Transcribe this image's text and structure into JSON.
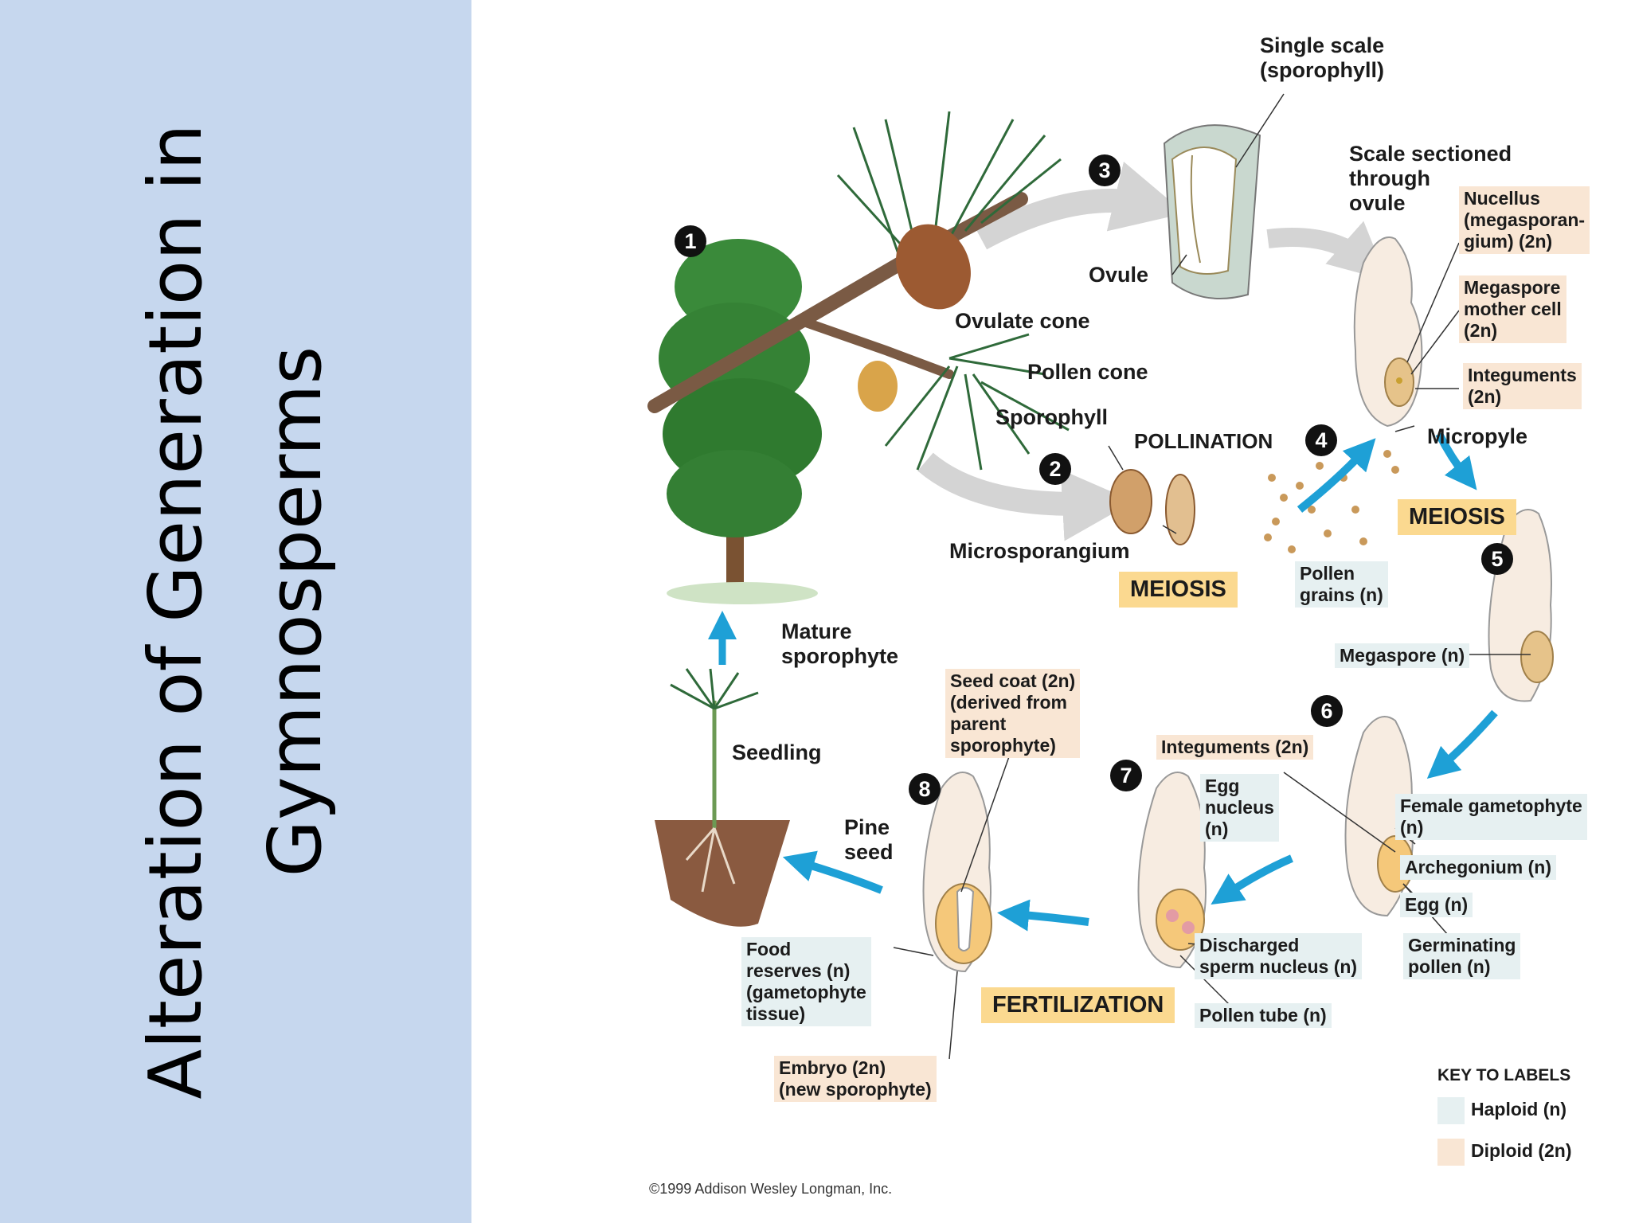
{
  "slide": {
    "title_line1": "Alteration of Generation in",
    "title_line2": "Gymnosperms"
  },
  "diagram": {
    "steps": [
      "1",
      "2",
      "3",
      "4",
      "5",
      "6",
      "7",
      "8"
    ],
    "labels": {
      "single_scale": "Single scale\n(sporophyll)",
      "scale_sectioned": "Scale sectioned\nthrough\novule",
      "nucellus": "Nucellus\n(megasporan-\ngium) (2n)",
      "megaspore_mother_cell": "Megaspore\nmother cell\n(2n)",
      "integuments_top": "Integuments\n(2n)",
      "micropyle": "Micropyle",
      "ovule": "Ovule",
      "ovulate_cone": "Ovulate cone",
      "pollen_cone": "Pollen cone",
      "sporophyll": "Sporophyll",
      "microsporangium": "Microsporangium",
      "pollen_grains": "Pollen\ngrains (n)",
      "megaspore": "Megaspore (n)",
      "mature_sporophyte": "Mature\nsporophyte",
      "seedling": "Seedling",
      "seed_coat": "Seed coat (2n)\n(derived from\nparent\nsporophyte)",
      "integuments_mid": "Integuments (2n)",
      "egg_nucleus": "Egg\nnucleus\n(n)",
      "female_gametophyte": "Female gametophyte\n(n)",
      "archegonium": "Archegonium (n)",
      "egg": "Egg (n)",
      "germinating_pollen": "Germinating\npollen (n)",
      "discharged_sperm": "Discharged\nsperm nucleus (n)",
      "pollen_tube": "Pollen tube (n)",
      "pine_seed": "Pine\nseed",
      "food_reserves": "Food\nreserves (n)\n(gametophyte\ntissue)",
      "embryo": "Embryo (2n)\n(new sporophyte)"
    },
    "processes": {
      "pollination": "POLLINATION",
      "meiosis_top": "MEIOSIS",
      "meiosis_bottom": "MEIOSIS",
      "fertilization": "FERTILIZATION"
    },
    "key": {
      "title": "KEY TO LABELS",
      "haploid": "Haploid (n)",
      "diploid": "Diploid (2n)",
      "haploid_color": "#e6f0f1",
      "diploid_color": "#f9e6d4"
    },
    "copyright": "©1999 Addison Wesley Longman, Inc.",
    "colors": {
      "arrow_blue": "#1ea0d6",
      "arrow_gray": "#d4d4d4",
      "sidebar": "#c6d7ee",
      "process_box": "#fbd990"
    }
  }
}
